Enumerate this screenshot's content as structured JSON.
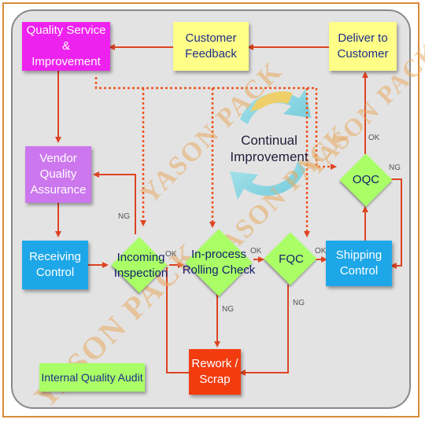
{
  "nodes": {
    "quality_service": "Quality Service &\nImprovement",
    "customer_feedback": "Customer\nFeedback",
    "deliver": "Deliver to\nCustomer",
    "vendor_qa": "Vendor\nQuality\nAssurance",
    "receiving": "Receiving\nControl",
    "incoming": "Incoming\nInspection",
    "inprocess": "In-process\nRolling Check",
    "fqc": "FQC",
    "shipping": "Shipping\nControl",
    "oqc": "OQC",
    "rework": "Rework /\nScrap",
    "audit": "Internal Quality Audit",
    "continual": "Continual\nImprovement"
  },
  "edge_labels": {
    "ok": "OK",
    "ng": "NG"
  },
  "watermark": "YASON PACK",
  "colors": {
    "magenta": "#ee22ee",
    "yellow": "#ffff88",
    "violet": "#cc77ee",
    "blue": "#1ea7e8",
    "green": "#aaff66",
    "red": "#f23c10",
    "arrow": "#dd4422",
    "arrow_dotted": "#ee5522"
  }
}
